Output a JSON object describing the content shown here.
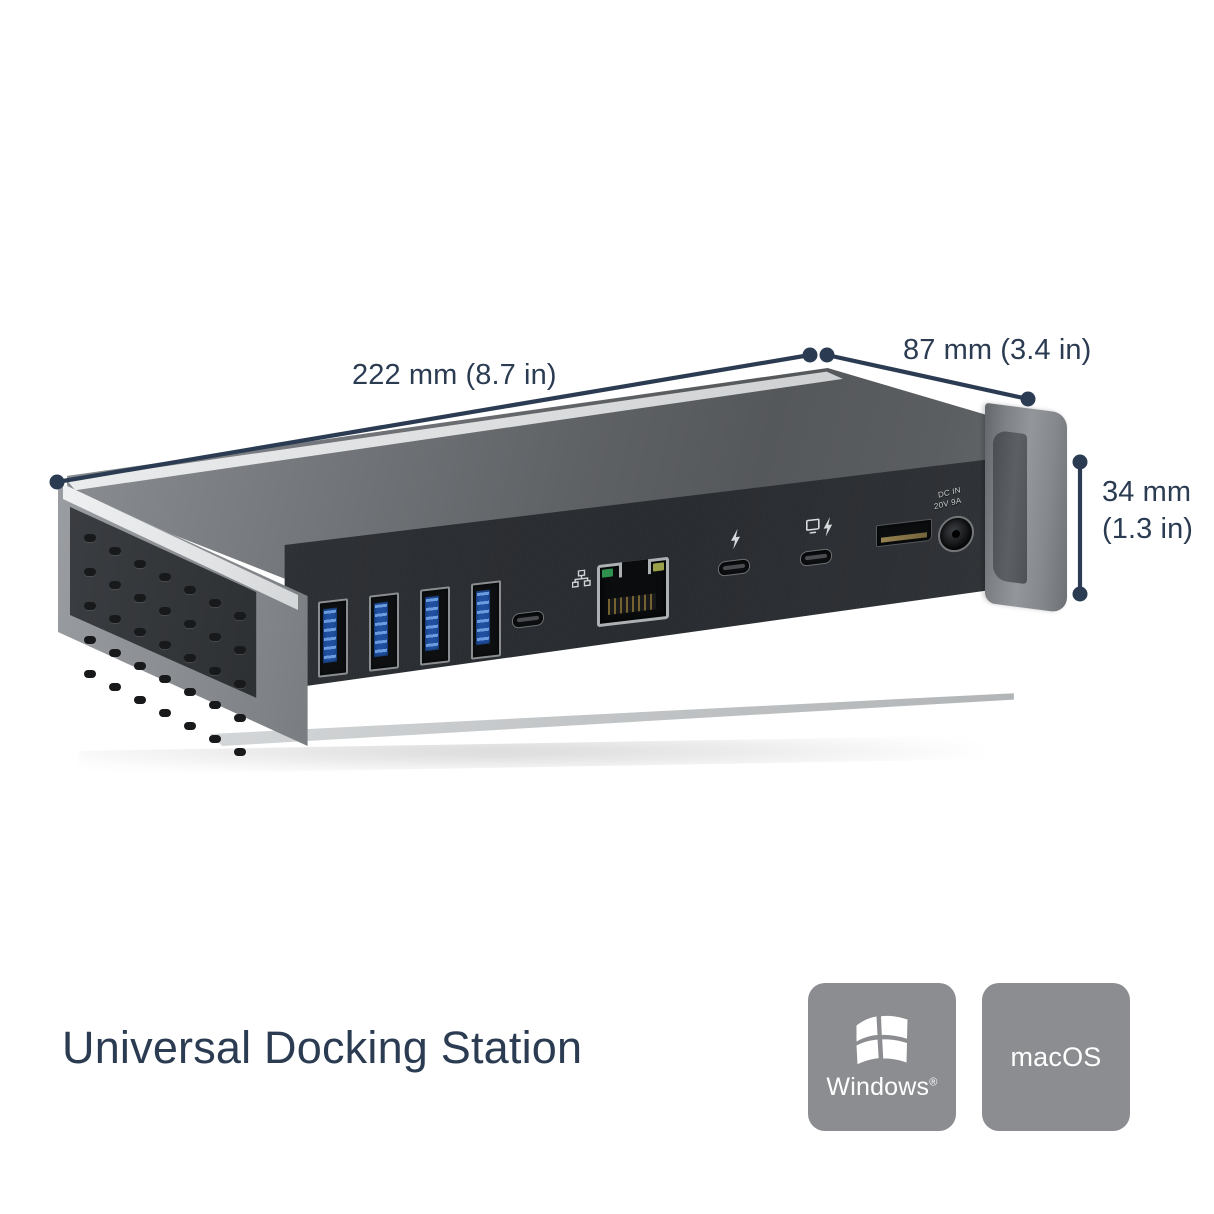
{
  "product": {
    "headline": "Universal Docking Station",
    "body_description": "aluminium docking station shown at an angle, front port panel facing the viewer"
  },
  "dimensions": {
    "width": {
      "label": "222 mm (8.7 in)",
      "mm": 222,
      "inches": 8.7,
      "axis": "width"
    },
    "depth": {
      "label": "87 mm (3.4 in)",
      "mm": 87,
      "inches": 3.4,
      "axis": "depth"
    },
    "height": {
      "line1": "34 mm",
      "line2": "(1.3 in)",
      "mm": 34,
      "inches": 1.3,
      "axis": "height"
    }
  },
  "ports": {
    "usb_a": {
      "count": 4,
      "name": "USB-A 3.0",
      "connector_color": "#1f4f9e"
    },
    "usb_c_front": {
      "count": 1,
      "name": "USB-C"
    },
    "ethernet": {
      "count": 1,
      "name": "RJ45 Gigabit Ethernet",
      "icon": "network-icon"
    },
    "thunderbolt": {
      "count": 1,
      "name": "Thunderbolt",
      "icon": "thunderbolt-icon"
    },
    "thunderbolt_display": {
      "count": 1,
      "name": "Thunderbolt with display output",
      "icon": "display-thunderbolt-icon"
    },
    "displayport": {
      "count": 1,
      "name": "DisplayPort"
    },
    "power": {
      "name": "DC power input",
      "label_line1": "DC IN",
      "label_line2": "20V 9A",
      "voltage": "20V",
      "current": "9A"
    }
  },
  "os_badges": [
    {
      "id": "windows",
      "label": "Windows",
      "trademark": "®",
      "icon": "windows-logo-icon"
    },
    {
      "id": "macos",
      "label": "macOS",
      "trademark": "",
      "icon": "macos-text-icon"
    }
  ],
  "colors": {
    "accent_navy": "#2b3c52",
    "badge_gray": "#8b8d90",
    "background": "#ffffff",
    "body_aluminium": "#6e7175",
    "port_panel": "#2a2d31"
  }
}
